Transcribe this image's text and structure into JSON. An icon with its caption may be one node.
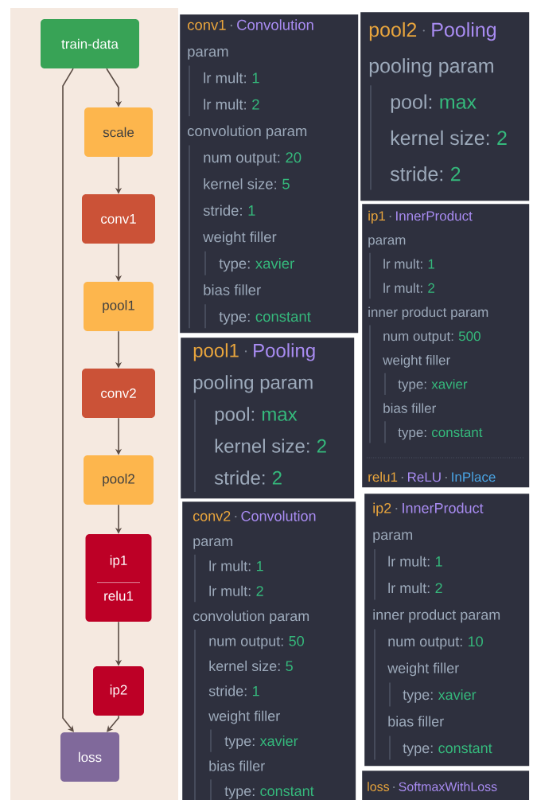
{
  "diagram": {
    "nodes": [
      {
        "text": [
          "train-data"
        ]
      },
      {
        "text": [
          "scale"
        ]
      },
      {
        "text": [
          "conv1"
        ]
      },
      {
        "text": [
          "pool1"
        ]
      },
      {
        "text": [
          "conv2"
        ]
      },
      {
        "text": [
          "pool2"
        ]
      },
      {
        "text": [
          "ip1",
          "relu1"
        ]
      },
      {
        "text": [
          "ip2"
        ]
      },
      {
        "text": [
          "loss"
        ]
      },
      {
        "text": [
          "conv1",
          "Convolution",
          "param",
          "lr mult:",
          "1",
          "lr mult:",
          "2",
          "convolution param",
          "num output:",
          "20",
          "kernel size:",
          "5",
          "stride:",
          "1",
          "weight filler",
          "type:",
          "xavier",
          "bias filler",
          "type:",
          "constant"
        ]
      },
      {
        "text": [
          "pool2",
          "Pooling",
          "pooling param",
          "pool:",
          "max",
          "kernel size:",
          "2",
          "stride:",
          "2"
        ]
      },
      {
        "text": [
          "ip1",
          "InnerProduct",
          "param",
          "lr mult:",
          "1",
          "lr mult:",
          "2",
          "inner product param",
          "num output:",
          "500",
          "weight filler",
          "type:",
          "xavier",
          "bias filler",
          "type:",
          "constant",
          "relu1",
          "ReLU",
          "InPlace"
        ]
      },
      {
        "text": [
          "pool1",
          "Pooling",
          "pooling param",
          "pool:",
          "max",
          "kernel size:",
          "2",
          "stride:",
          "2"
        ]
      },
      {
        "text": [
          "conv2",
          "Convolution",
          "param",
          "lr mult:",
          "1",
          "lr mult:",
          "2",
          "convolution param",
          "num output:",
          "50",
          "kernel size:",
          "5",
          "stride:",
          "1",
          "weight filler",
          "type:",
          "xavier",
          "bias filler",
          "type:",
          "constant"
        ]
      },
      {
        "text": [
          "ip2",
          "InnerProduct",
          "param",
          "lr mult:",
          "1",
          "lr mult:",
          "2",
          "inner product param",
          "num output:",
          "10",
          "weight filler",
          "type:",
          "xavier",
          "bias filler",
          "type:",
          "constant"
        ]
      },
      {
        "text": [
          "loss",
          "SoftmaxWithLoss"
        ]
      }
    ],
    "edges": [
      {
        "from": 0,
        "to": 1,
        "arrow": "to"
      },
      {
        "from": 1,
        "to": 2,
        "arrow": "to"
      },
      {
        "from": 2,
        "to": 3,
        "arrow": "to"
      },
      {
        "from": 3,
        "to": 4,
        "arrow": "to"
      },
      {
        "from": 4,
        "to": 5,
        "arrow": "to"
      },
      {
        "from": 5,
        "to": 6,
        "arrow": "to"
      },
      {
        "from": 6,
        "to": 7,
        "arrow": "to"
      },
      {
        "from": 7,
        "to": 8,
        "arrow": "to"
      },
      {
        "from": 0,
        "to": 8,
        "arrow": "to"
      }
    ]
  }
}
